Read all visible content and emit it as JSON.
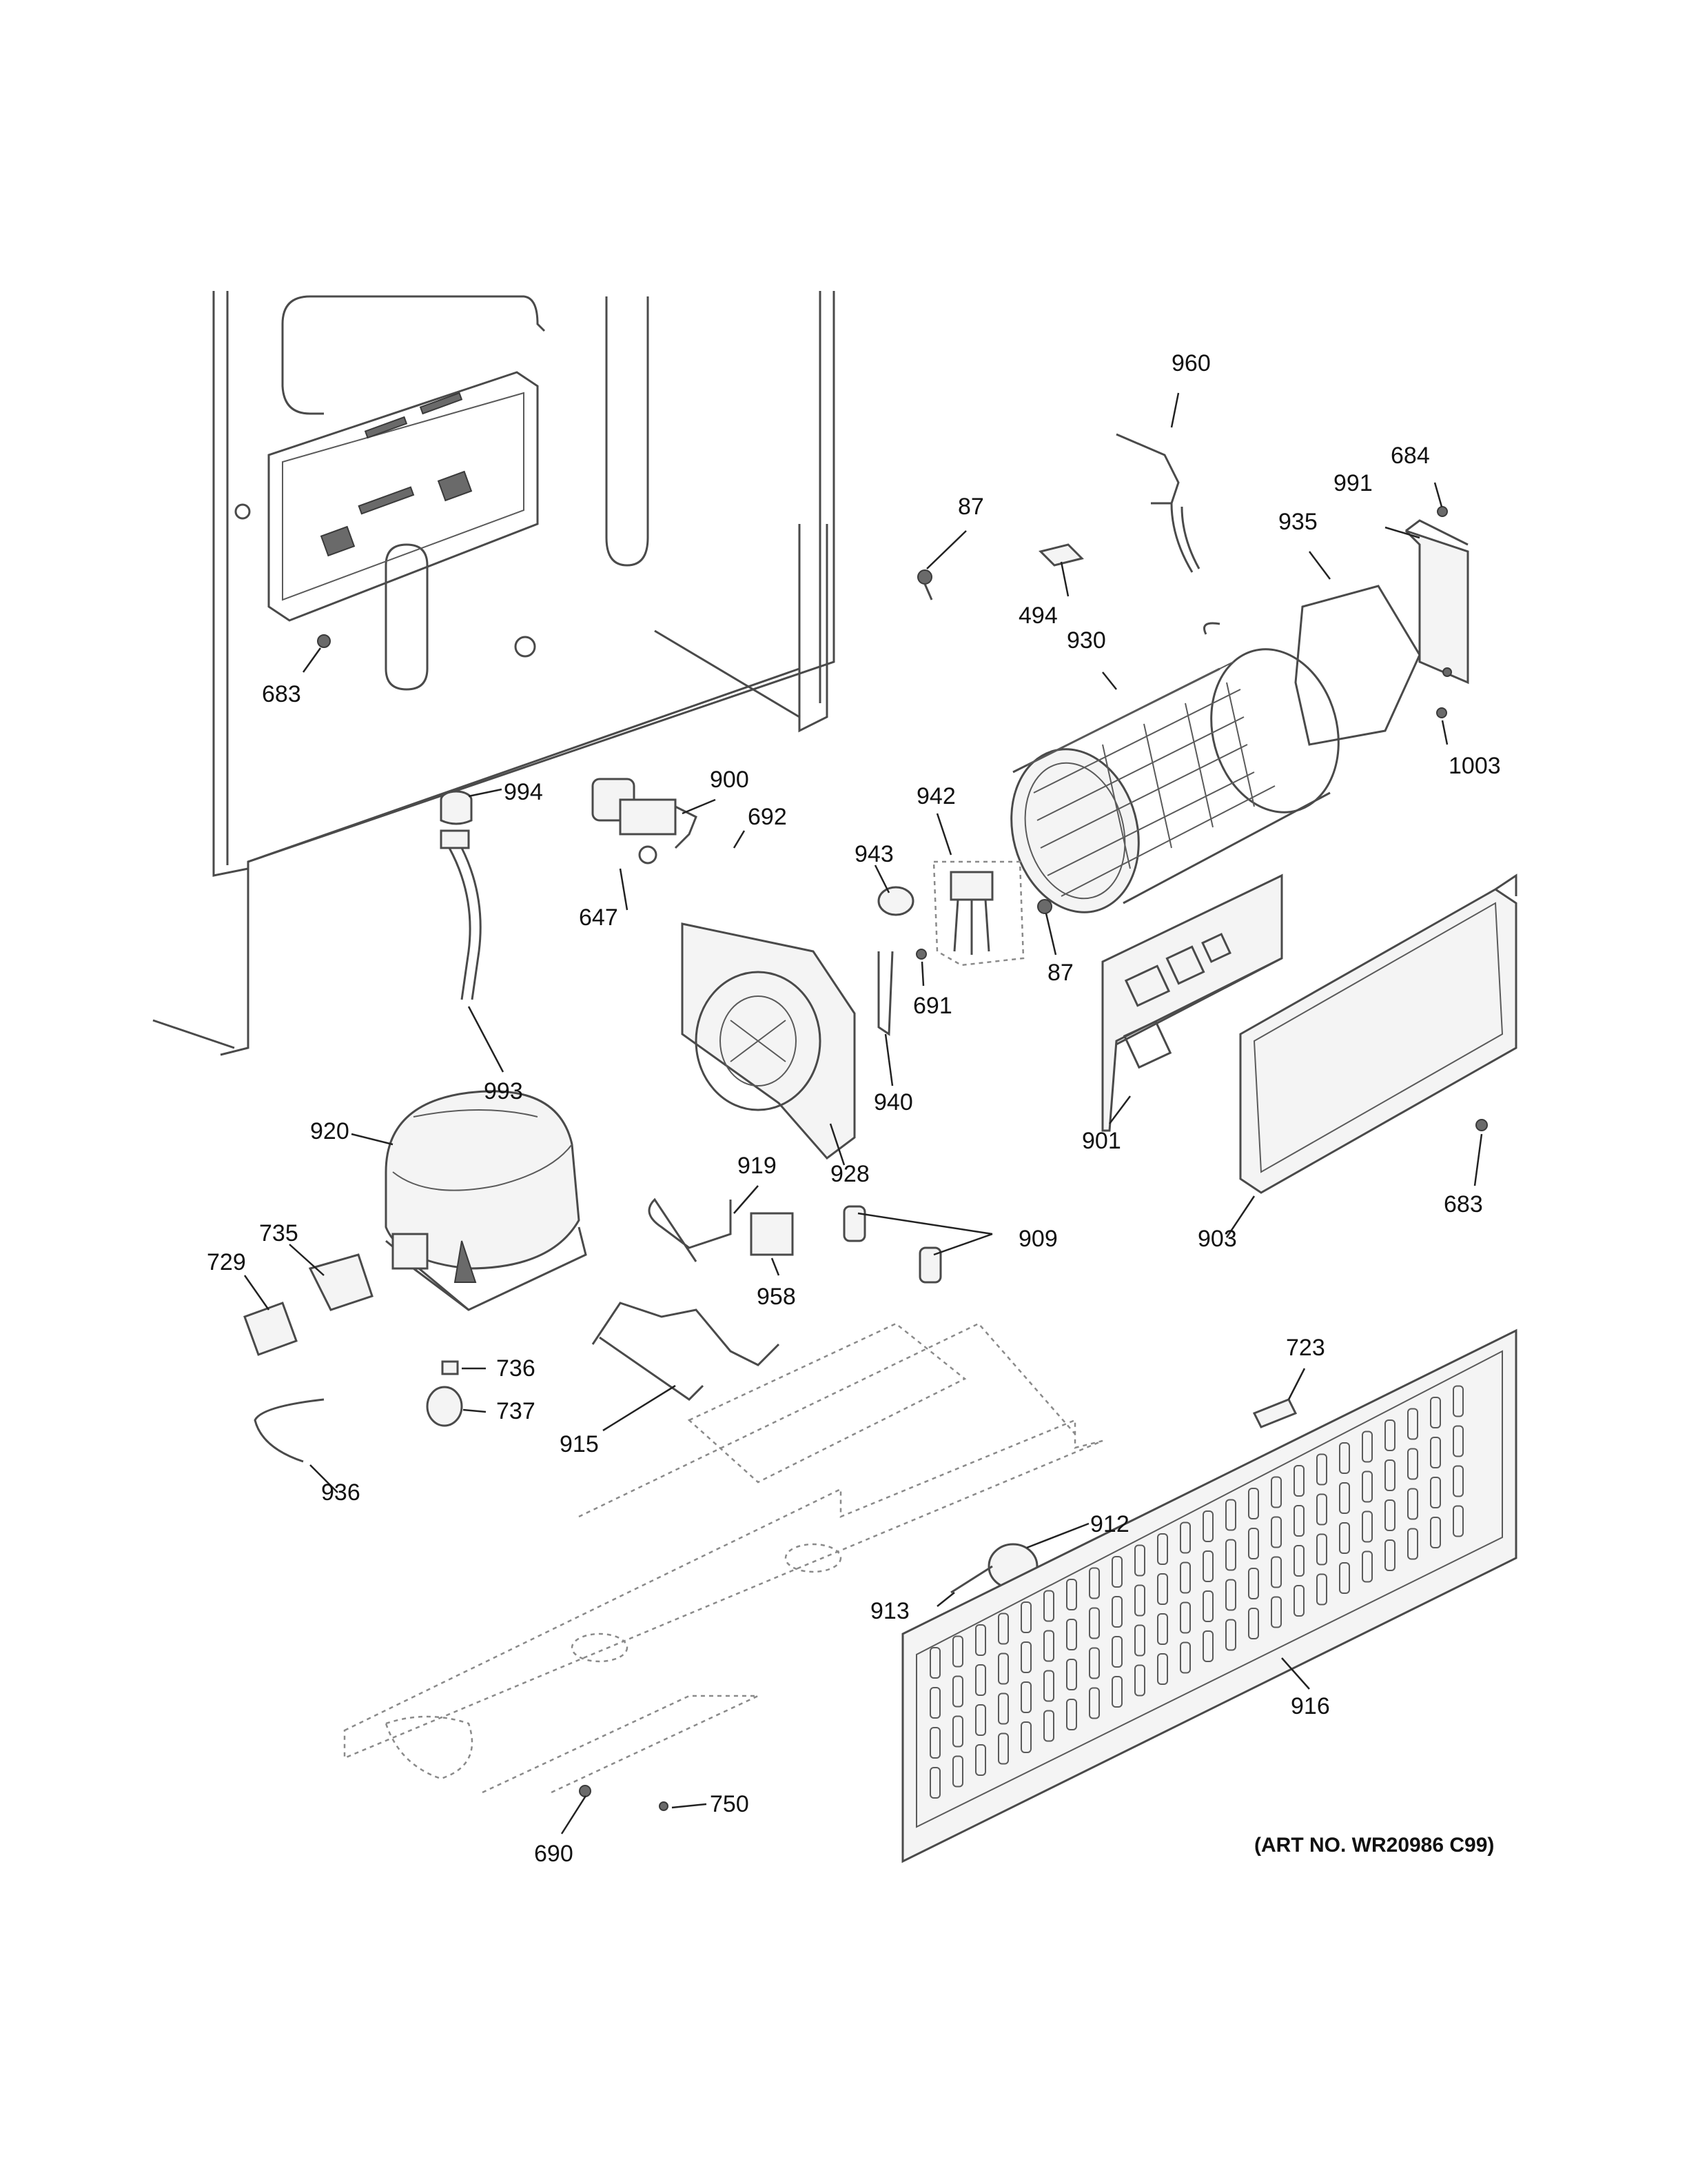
{
  "callouts": {
    "p960": "960",
    "p684": "684",
    "p991": "991",
    "p935": "935",
    "p87a": "87",
    "p494": "494",
    "p930": "930",
    "p1003": "1003",
    "p683a": "683",
    "p994": "994",
    "p900": "900",
    "p692": "692",
    "p942": "942",
    "p943": "943",
    "p87b": "87",
    "p647": "647",
    "p691": "691",
    "p993": "993",
    "p940": "940",
    "p901": "901",
    "p920": "920",
    "p928": "928",
    "p919": "919",
    "p909": "909",
    "p683b": "683",
    "p903": "903",
    "p735": "735",
    "p729": "729",
    "p958": "958",
    "p736": "736",
    "p737": "737",
    "p723": "723",
    "p915": "915",
    "p936": "936",
    "p912": "912",
    "p913": "913",
    "p916": "916",
    "p690": "690",
    "p750": "750"
  },
  "art_number": "(ART NO. WR20986 C99)"
}
